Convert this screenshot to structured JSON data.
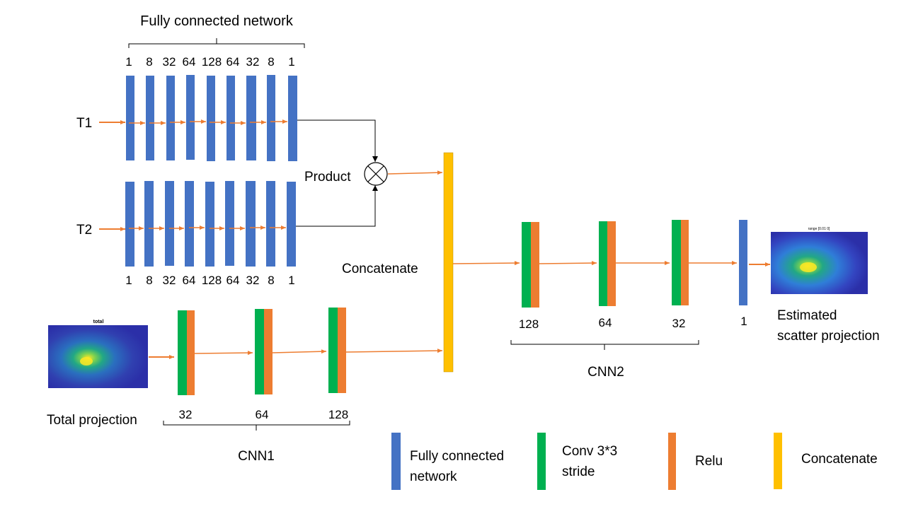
{
  "fc_network": {
    "title": "Fully connected network",
    "sizes_top": [
      "1",
      "8",
      "32",
      "64",
      "128",
      "64",
      "32",
      "8",
      "1"
    ],
    "sizes_bottom": [
      "1",
      "8",
      "32",
      "64",
      "128",
      "64",
      "32",
      "8",
      "1"
    ],
    "input1_label": "T1",
    "input2_label": "T2"
  },
  "product": {
    "label": "Product"
  },
  "concatenate": {
    "label": "Concatenate"
  },
  "total_projection": {
    "image_title": "total",
    "label": "Total projection"
  },
  "cnn1": {
    "label": "CNN1",
    "sizes": [
      "32",
      "64",
      "128"
    ]
  },
  "cnn2": {
    "label": "CNN2",
    "sizes": [
      "128",
      "64",
      "32"
    ],
    "output_size": "1"
  },
  "output": {
    "image_title": "range [0.01 0]",
    "label_line1": "Estimated",
    "label_line2": "scatter projection"
  },
  "legend": {
    "fc_line1": "Fully connected",
    "fc_line2": "network",
    "conv_line1": "Conv 3*3",
    "conv_line2": "stride",
    "relu": "Relu",
    "concat": "Concatenate"
  },
  "colors": {
    "fc": "#4472C4",
    "conv": "#00B050",
    "relu": "#ED7D31",
    "concat": "#FFC000",
    "arrow": "#ED7D31",
    "line": "#000000",
    "heatmap_bg": "#2B2FA8"
  }
}
